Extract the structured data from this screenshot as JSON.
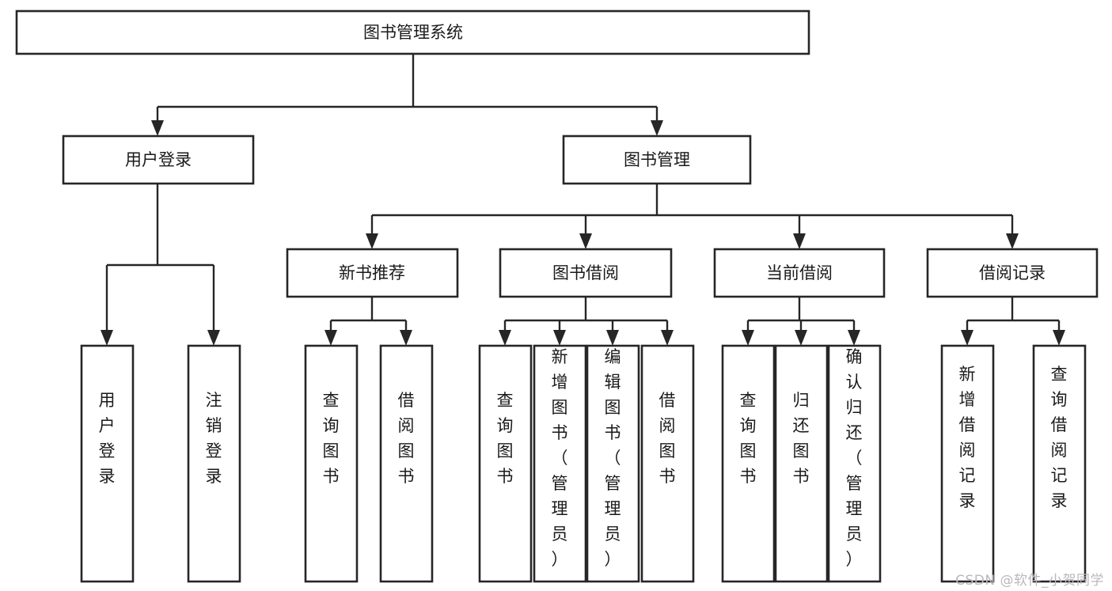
{
  "diagram": {
    "type": "tree-flowchart",
    "title": "图书管理系统",
    "watermark": "CSDN @软件_小贺同学",
    "colors": {
      "background": "#ffffff",
      "stroke": "#262626",
      "fill": "#ffffff",
      "text": "#1a1a1a",
      "watermark": "#b9b9b9"
    },
    "levels": {
      "root": {
        "label": "图书管理系统"
      },
      "level1": [
        {
          "label": "用户登录"
        },
        {
          "label": "图书管理"
        }
      ],
      "level2": [
        {
          "label": "新书推荐"
        },
        {
          "label": "图书借阅"
        },
        {
          "label": "当前借阅"
        },
        {
          "label": "借阅记录"
        }
      ],
      "leaves": {
        "user_login": [
          {
            "label": "用户登录"
          },
          {
            "label": "注销登录"
          }
        ],
        "new_book": [
          {
            "label": "查询图书"
          },
          {
            "label": "借阅图书"
          }
        ],
        "book_borrow": [
          {
            "label": "查询图书"
          },
          {
            "label": "新增图书（管理员）"
          },
          {
            "label": "编辑图书（管理员）"
          },
          {
            "label": "借阅图书"
          }
        ],
        "current_borrow": [
          {
            "label": "查询图书"
          },
          {
            "label": "归还图书"
          },
          {
            "label": "确认归还（管理员）"
          }
        ],
        "borrow_record": [
          {
            "label": "新增借阅记录"
          },
          {
            "label": "查询借阅记录"
          }
        ]
      }
    }
  }
}
